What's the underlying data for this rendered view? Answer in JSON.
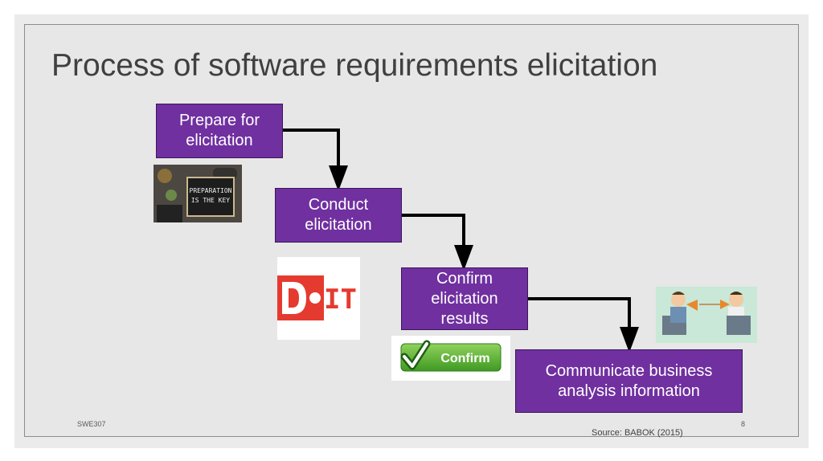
{
  "title": "Process of software requirements elicitation",
  "steps": [
    {
      "label": "Prepare for\nelicitation"
    },
    {
      "label": "Conduct\nelicitation"
    },
    {
      "label": "Confirm\nelicitation\nresults"
    },
    {
      "label": "Communicate business\nanalysis information"
    }
  ],
  "images": {
    "preparation_sign": "PREPARATION\nIS THE KEY",
    "doit_logo": {
      "left": "D",
      "right": "IT"
    },
    "confirm_button": "Confirm"
  },
  "footer": {
    "left": "SWE307",
    "page_number": "8",
    "source": "Source: BABOK (2015)"
  },
  "colors": {
    "step_fill": "#7030a0",
    "step_text": "#ffffff",
    "arrow": "#000000",
    "title": "#404040"
  }
}
